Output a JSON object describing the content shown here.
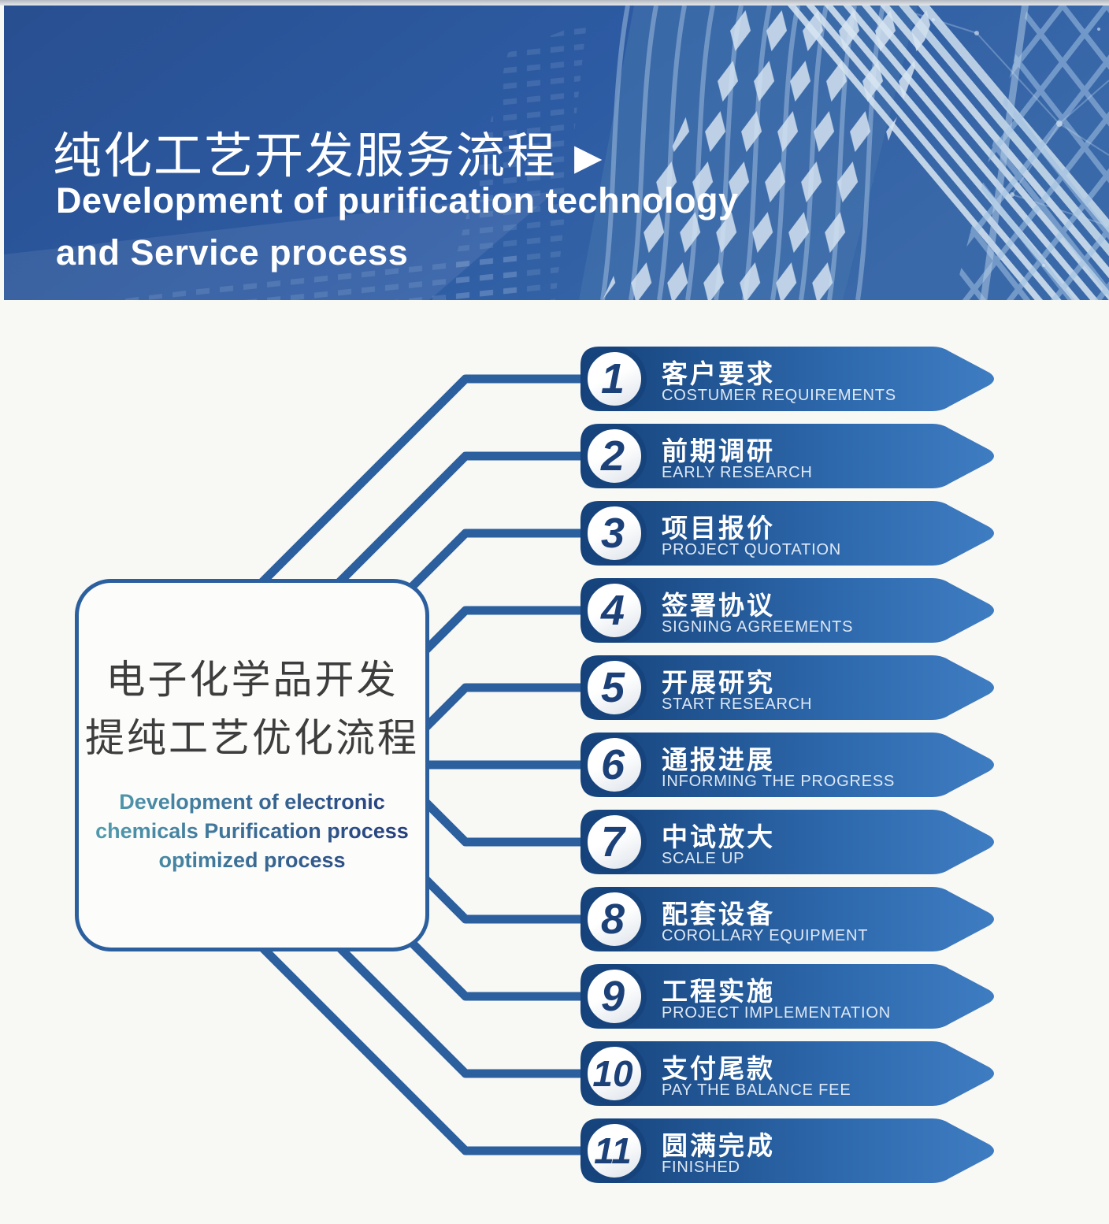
{
  "header": {
    "title_zh": "纯化工艺开发服务流程",
    "arrow_icon": "▶",
    "title_en_line1": "Development of purification technology",
    "title_en_line2": "and Service process"
  },
  "center_box": {
    "title_zh_line1": "电子化学品开发",
    "title_zh_line2": "提纯工艺优化流程",
    "subtitle_en_line1": "Development of electronic",
    "subtitle_en_line2": "chemicals Purification process",
    "subtitle_en_line3": "optimized process"
  },
  "flow": {
    "steps": [
      {
        "number": "1",
        "label_zh": "客户要求",
        "label_en": "COSTUMER REQUIREMENTS"
      },
      {
        "number": "2",
        "label_zh": "前期调研",
        "label_en": "EARLY RESEARCH"
      },
      {
        "number": "3",
        "label_zh": "项目报价",
        "label_en": "PROJECT QUOTATION"
      },
      {
        "number": "4",
        "label_zh": "签署协议",
        "label_en": "SIGNING AGREEMENTS"
      },
      {
        "number": "5",
        "label_zh": "开展研究",
        "label_en": "START RESEARCH"
      },
      {
        "number": "6",
        "label_zh": "通报进展",
        "label_en": "INFORMING THE PROGRESS"
      },
      {
        "number": "7",
        "label_zh": "中试放大",
        "label_en": "SCALE UP"
      },
      {
        "number": "8",
        "label_zh": "配套设备",
        "label_en": "COROLLARY EQUIPMENT"
      },
      {
        "number": "9",
        "label_zh": "工程实施",
        "label_en": "PROJECT IMPLEMENTATION"
      },
      {
        "number": "10",
        "label_zh": "支付尾款",
        "label_en": "PAY THE BALANCE FEE"
      },
      {
        "number": "11",
        "label_zh": "圆满完成",
        "label_en": "FINISHED"
      }
    ]
  },
  "colors": {
    "connector": "#2b5f9e",
    "arrow_gradient_start": "#15427a",
    "arrow_gradient_mid": "#2d68ac",
    "arrow_gradient_end": "#3f7dc2",
    "badge_ring": "#16437b",
    "badge_number": "#1c4179",
    "box_border": "#2b5f9e",
    "box_title_text": "#3d3d3d",
    "subtitle_gradient_start": "#5099ac",
    "subtitle_gradient_end": "#253f7e",
    "header_bg_start": "#284f90",
    "header_bg_end": "#3a69a9",
    "step_text": "#ffffff"
  }
}
